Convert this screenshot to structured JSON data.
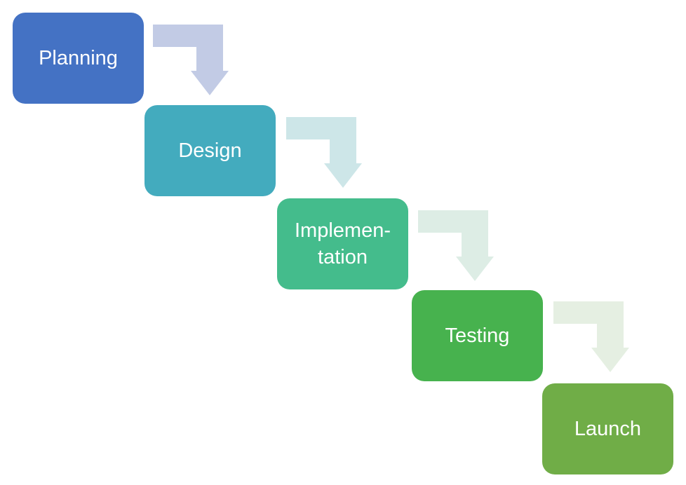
{
  "steps": [
    {
      "label": "Planning",
      "color": "#4472C4"
    },
    {
      "label": "Design",
      "color": "#43ABBE"
    },
    {
      "label": "Implemen-\ntation",
      "color": "#44BC8C"
    },
    {
      "label": "Testing",
      "color": "#47B24E"
    },
    {
      "label": "Launch",
      "color": "#70AD47"
    }
  ],
  "connectors": [
    {
      "icon": "bent-arrow-down-icon",
      "color": "#C2CBE5"
    },
    {
      "icon": "bent-arrow-down-icon",
      "color": "#CDE6E8"
    },
    {
      "icon": "bent-arrow-down-icon",
      "color": "#DDEDE5"
    },
    {
      "icon": "bent-arrow-down-icon",
      "color": "#E5EFE2"
    }
  ]
}
